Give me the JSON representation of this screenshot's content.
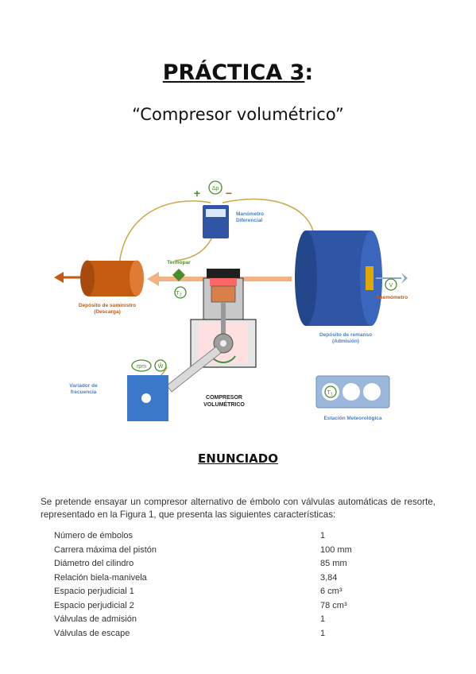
{
  "header": {
    "title": "PRÁCTICA 3",
    "title_suffix": ":",
    "subtitle": "“Compresor volumétrico”"
  },
  "figure": {
    "labels": {
      "delta_p": "Δp",
      "plus": "+",
      "minus": "−",
      "manometer": [
        "Manómetro",
        "Diferencial"
      ],
      "thermocouple": "Termopar",
      "t2": "T",
      "t2_sub": "2",
      "supply_tank": [
        "Depósito de suministro",
        "(Descarga)"
      ],
      "anemometer": "Anemómetro",
      "v": "V",
      "plenum_tank": [
        "Depósito de remanso",
        "(Admisión)"
      ],
      "rpm": "rpm",
      "w": "Ŵ",
      "freq_drive": [
        "Variador de",
        "frecuencia"
      ],
      "compressor": [
        "COMPRESOR",
        "VOLUMÉTRICO"
      ],
      "t1": "T",
      "t1_sub": "1",
      "weather_station": "Estación Meteorológica"
    },
    "colors": {
      "wire": "#c9a84a",
      "flow_arrow": "#f4b183",
      "supply_tank": "#c55a11",
      "plenum_tank": "#2f55a4",
      "device_blue": "#3a78c9",
      "green": "#4c8b2b",
      "label_blue": "#4f7fbf",
      "label_orange": "#c55a11"
    }
  },
  "enunciado": {
    "heading": "ENUNCIADO",
    "intro": "Se pretende ensayar un compresor alternativo de émbolo con válvulas automáticas de resorte, representado en la Figura 1, que presenta las siguientes características:",
    "specs": [
      {
        "label": "Número de émbolos",
        "value": "1"
      },
      {
        "label": "Carrera máxima del pistón",
        "value": "100 mm"
      },
      {
        "label": "Diámetro del cilindro",
        "value": "85 mm"
      },
      {
        "label": "Relación biela-manivela",
        "value": "3,84"
      },
      {
        "label": "Espacio perjudicial 1",
        "value": "6 cm³"
      },
      {
        "label": "Espacio perjudicial 2",
        "value": "78 cm³"
      },
      {
        "label": "Válvulas de admisión",
        "value": "1"
      },
      {
        "label": "Válvulas de escape",
        "value": "1"
      }
    ]
  }
}
